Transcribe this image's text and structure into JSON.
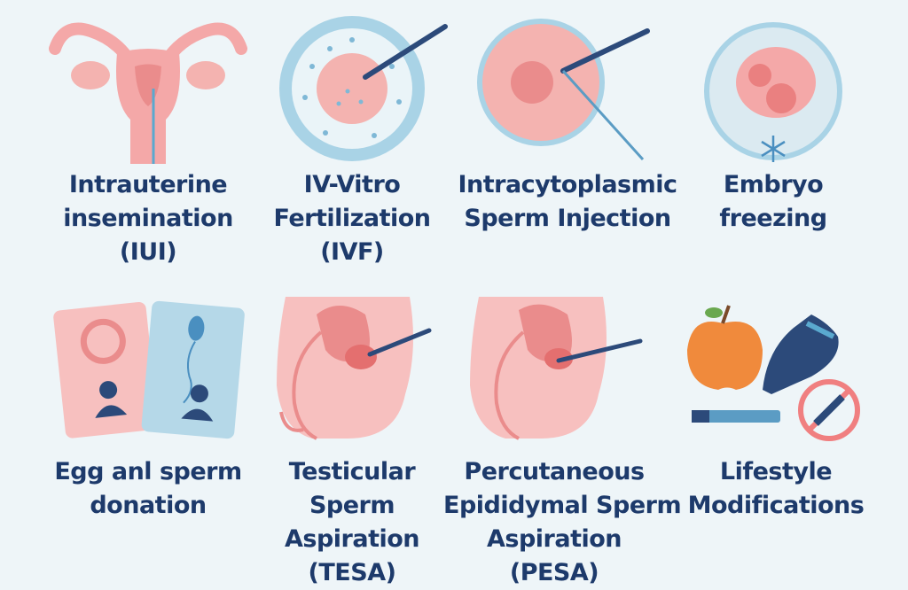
{
  "items": [
    {
      "lines": [
        "Intrauterine",
        "insemination",
        "(IUI)"
      ],
      "icon": "uterus-icon"
    },
    {
      "lines": [
        "IV-Vitro",
        "Fertilization",
        "(IVF)"
      ],
      "icon": "petri-dish-icon"
    },
    {
      "lines": [
        "Intracytoplasmic",
        "Sperm Injection"
      ],
      "icon": "egg-injection-icon"
    },
    {
      "lines": [
        "Embryo",
        "freezing"
      ],
      "icon": "frozen-embryo-icon"
    },
    {
      "lines": [
        "Egg anl sperm",
        "donation"
      ],
      "icon": "donor-cards-icon"
    },
    {
      "lines": [
        "Testicular",
        "Sperm",
        "Aspiration",
        "(TESA)"
      ],
      "icon": "testicular-needle-icon"
    },
    {
      "lines": [
        "Percutaneous",
        "Epididymal Sperm",
        "Aspiration",
        "(PESA)"
      ],
      "icon": "epididymal-needle-icon"
    },
    {
      "lines": [
        "Lifestyle",
        "Modifications"
      ],
      "icon": "lifestyle-icon"
    }
  ],
  "colors": {
    "background": "#eef5f8",
    "text": "#1d3a6b",
    "pink": "#f4a8a8",
    "blue": "#a9d3e6",
    "navy": "#2c4a7a",
    "orange": "#f08a3c"
  }
}
